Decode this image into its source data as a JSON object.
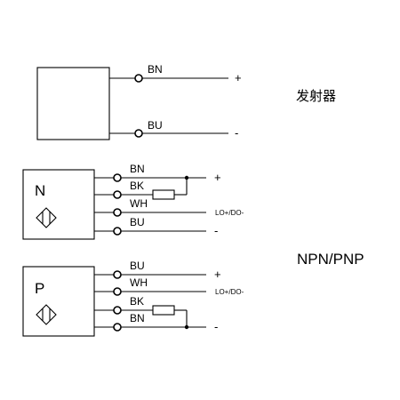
{
  "emitter": {
    "wires": [
      {
        "label": "BN",
        "sign": "+"
      },
      {
        "label": "BU",
        "sign": "-"
      }
    ],
    "title": "发射器"
  },
  "npn": {
    "letter": "N",
    "wires": [
      {
        "label": "BN",
        "sign": "+"
      },
      {
        "label": "BK",
        "sign": ""
      },
      {
        "label": "WH",
        "sign": "LO+/DO-"
      },
      {
        "label": "BU",
        "sign": "-"
      }
    ]
  },
  "pnp": {
    "letter": "P",
    "wires": [
      {
        "label": "BU",
        "sign": "+"
      },
      {
        "label": "WH",
        "sign": "LO+/DO-"
      },
      {
        "label": "BK",
        "sign": ""
      },
      {
        "label": "BN",
        "sign": "-"
      }
    ]
  },
  "type_label": "NPN/PNP"
}
